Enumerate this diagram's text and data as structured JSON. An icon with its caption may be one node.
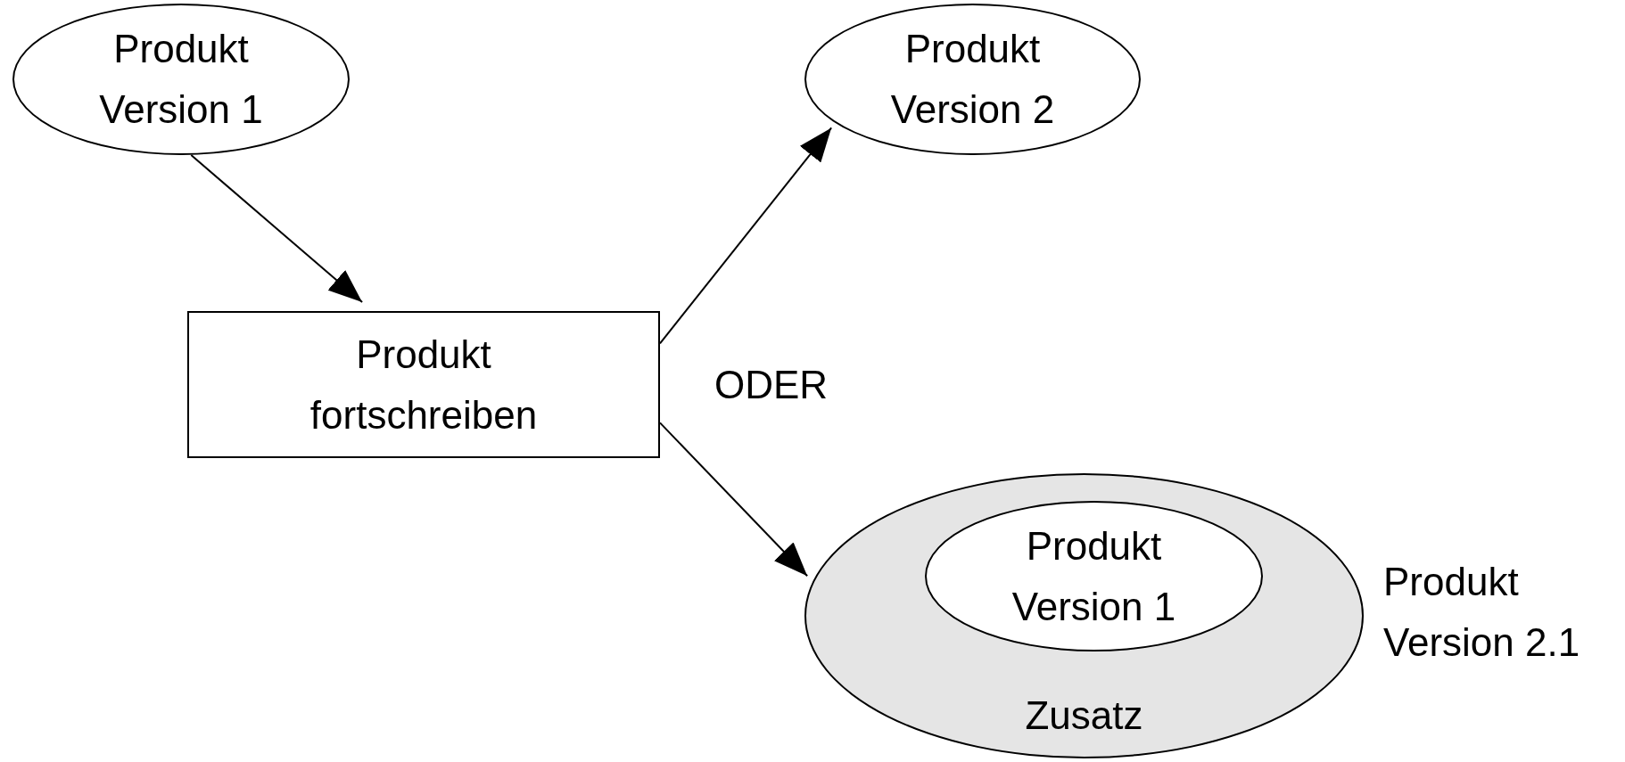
{
  "diagram": {
    "nodes": [
      {
        "text": [
          "Produkt Version 1"
        ]
      },
      {
        "text": [
          "Produkt fortschreiben"
        ]
      },
      {
        "text": [
          "Produkt Version 2"
        ]
      },
      {
        "text": [
          "Zusatz"
        ],
        "beside": [
          "Produkt Version 2.1"
        ]
      },
      {
        "text": [
          "Produkt Version 1"
        ],
        "in": 3
      }
    ],
    "edges": [
      {
        "from": 0,
        "to": 1,
        "arrow": "to"
      },
      {
        "from": 1,
        "to": 2,
        "arrow": "to"
      },
      {
        "from": 1,
        "to": 3,
        "arrow": "to"
      }
    ],
    "labels": [
      "ODER"
    ]
  }
}
